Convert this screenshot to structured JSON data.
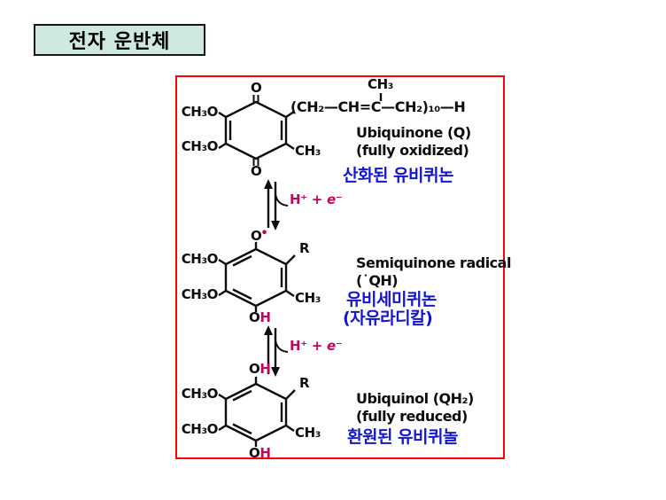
{
  "title": "전자 운반체",
  "colors": {
    "title_bg": "#cfe8e1",
    "box_border": "#ff0000",
    "korean_blue": "#1515cc",
    "magenta": "#c0045f",
    "bond_black": "#0d0d0d"
  },
  "diagram": {
    "ubiquinone": {
      "carbonyl_top": "O",
      "carbonyl_bottom": "O",
      "methoxy_top": "CH₃O",
      "methoxy_bottom": "CH₃O",
      "ring_methyl": "CH₃",
      "side_chain_methyl": "CH₃",
      "side_chain": "(CH₂—CH=C—CH₂)₁₀—H",
      "name_line1": "Ubiquinone (Q)",
      "name_line2": "(fully oxidized)",
      "korean": "산화된 유비퀴논"
    },
    "reaction1": {
      "label_h": "H⁺ +",
      "label_e": "e⁻"
    },
    "semiquinone": {
      "oxy_radical_o": "O",
      "radical_dot": "•",
      "methoxy_top": "CH₃O",
      "methoxy_bottom": "CH₃O",
      "r_group": "R",
      "ring_methyl": "CH₃",
      "hydroxyl_o": "O",
      "hydroxyl_h": "H",
      "name_line1": "Semiquinone radical",
      "name_line2": "(˙QH)",
      "korean_line1": "유비세미퀴논",
      "korean_line2": "(자유라디칼)"
    },
    "reaction2": {
      "label_h": "H⁺ +",
      "label_e": "e⁻"
    },
    "ubiquinol": {
      "hydroxyl_top_o": "O",
      "hydroxyl_top_h": "H",
      "methoxy_top": "CH₃O",
      "methoxy_bottom": "CH₃O",
      "r_group": "R",
      "ring_methyl": "CH₃",
      "hydroxyl_bottom_o": "O",
      "hydroxyl_bottom_h": "H",
      "name_line1": "Ubiquinol (QH₂)",
      "name_line2": "(fully reduced)",
      "korean": "환원된 유비퀴놀"
    }
  }
}
